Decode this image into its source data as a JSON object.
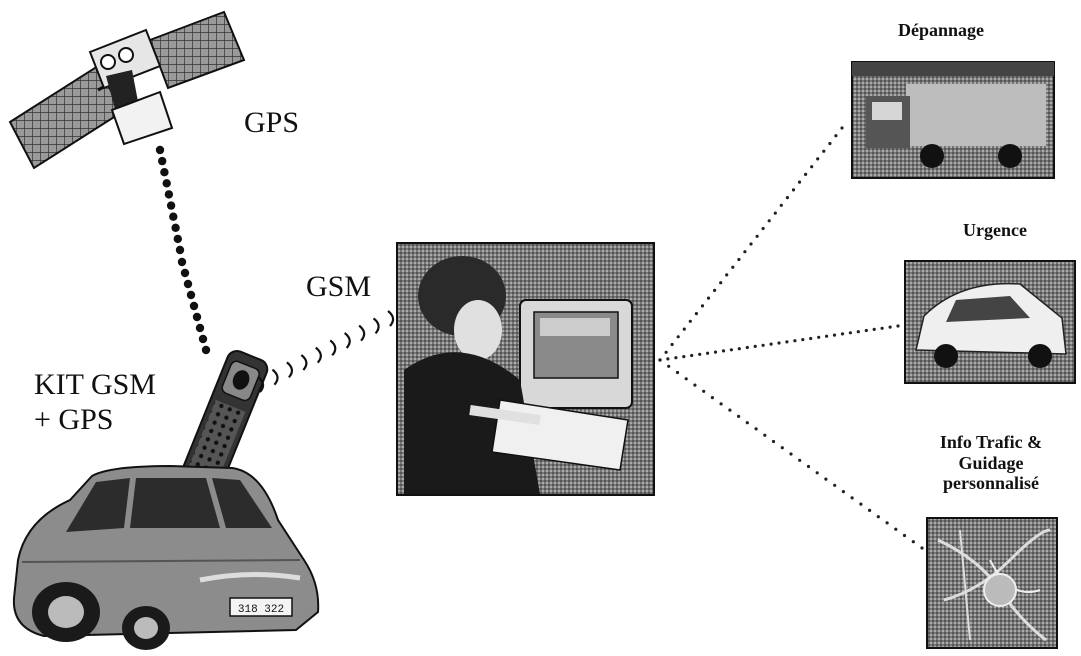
{
  "labels": {
    "gps": "GPS",
    "gsm": "GSM",
    "kit": "KIT GSM\n+ GPS",
    "depannage": "Dépannage",
    "urgence": "Urgence",
    "info": "Info Trafic &\nGuidage\npersonnalisé"
  },
  "car_plate": "318 322",
  "colors": {
    "ink": "#111111",
    "photo_dark": "#3a3a3a",
    "photo_mid": "#8a8a8a",
    "photo_light": "#d0d0d0"
  },
  "icons": {
    "satellite": "satellite-icon",
    "car": "car-icon",
    "phone": "gsm-phone-icon",
    "operator": "operator-photo",
    "tow": "tow-truck-photo",
    "emergency": "emergency-car-photo",
    "map": "traffic-map-photo"
  }
}
